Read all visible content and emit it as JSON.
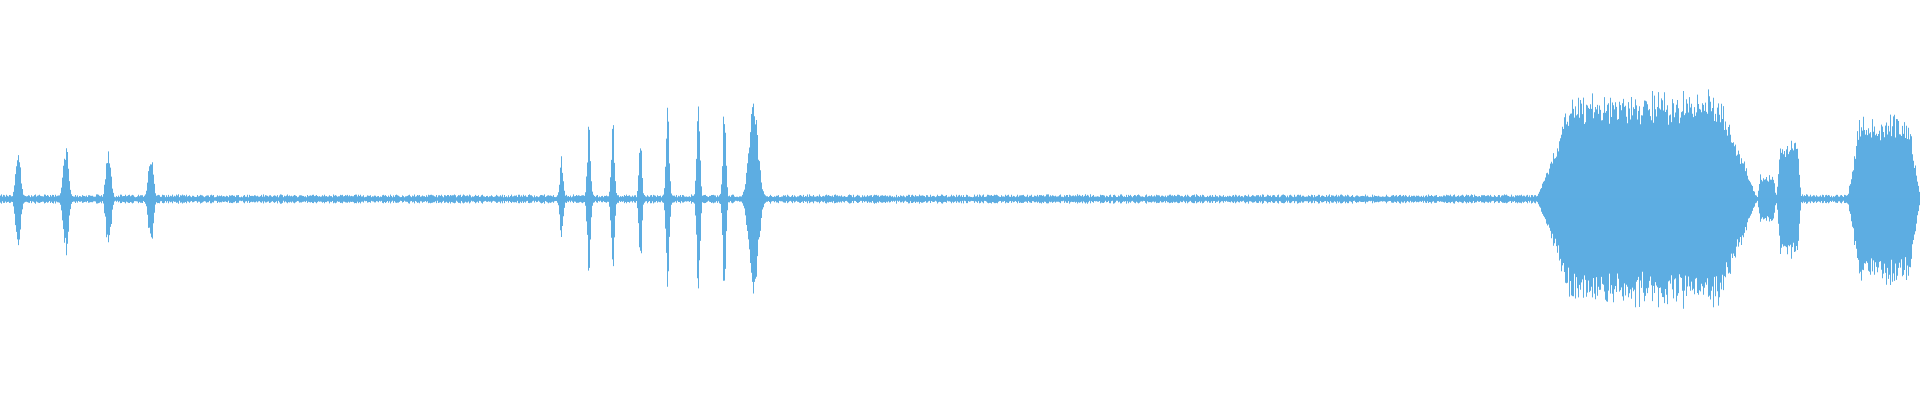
{
  "waveform": {
    "color": "#5dade2",
    "background": "#ffffff",
    "noise_floor": 0.03,
    "bursts": [
      {
        "start": 0.0055,
        "end": 0.013,
        "peak": 0.36
      },
      {
        "start": 0.03,
        "end": 0.038,
        "peak": 0.38
      },
      {
        "start": 0.0525,
        "end": 0.06,
        "peak": 0.36
      },
      {
        "start": 0.0745,
        "end": 0.082,
        "peak": 0.34
      },
      {
        "start": 0.2895,
        "end": 0.295,
        "peak": 0.28
      },
      {
        "start": 0.304,
        "end": 0.309,
        "peak": 0.52
      },
      {
        "start": 0.3165,
        "end": 0.3215,
        "peak": 0.53
      },
      {
        "start": 0.331,
        "end": 0.3355,
        "peak": 0.5
      },
      {
        "start": 0.345,
        "end": 0.35,
        "peak": 0.62
      },
      {
        "start": 0.361,
        "end": 0.366,
        "peak": 0.64
      },
      {
        "start": 0.3745,
        "end": 0.3795,
        "peak": 0.63
      },
      {
        "start": 0.3855,
        "end": 0.399,
        "peak": 0.7
      },
      {
        "start": 0.8,
        "end": 0.915,
        "peak": 0.7,
        "sustained": true
      },
      {
        "start": 0.915,
        "end": 0.925,
        "peak": 0.16,
        "sustained": true
      },
      {
        "start": 0.925,
        "end": 0.938,
        "peak": 0.38,
        "sustained": true
      },
      {
        "start": 0.962,
        "end": 1.0,
        "peak": 0.55,
        "sustained": true
      }
    ]
  }
}
